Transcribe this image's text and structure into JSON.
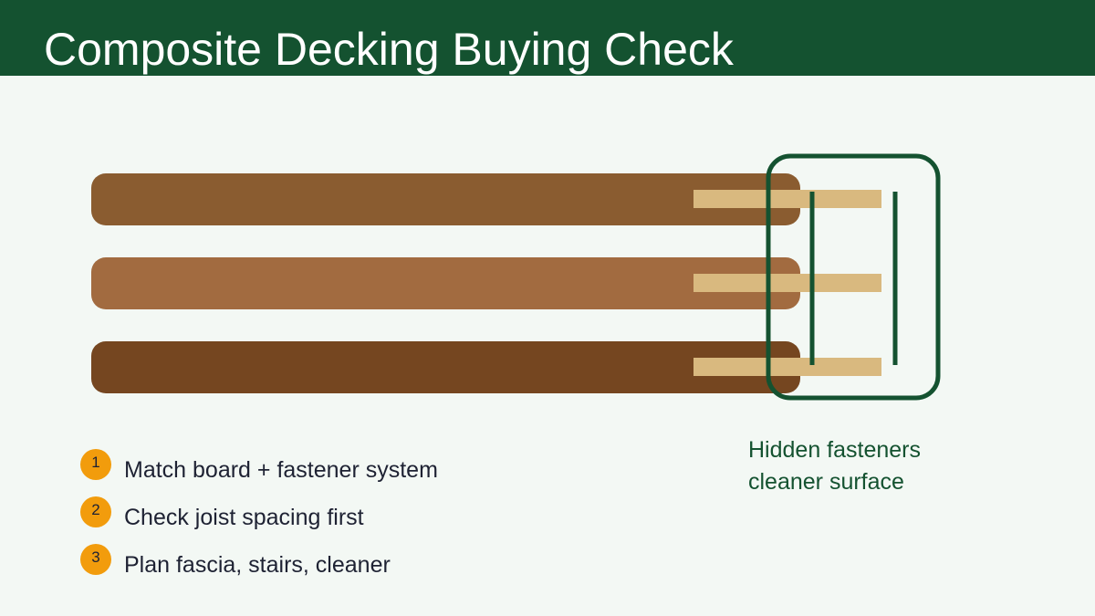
{
  "title": "Composite Decking Buying Check",
  "boards": [
    {
      "name": "top-board",
      "color": "#8a5c30"
    },
    {
      "name": "middle-board",
      "color": "#a26b40"
    },
    {
      "name": "bottom-board",
      "color": "#754620"
    }
  ],
  "colors": {
    "header": "#145230",
    "background": "#f3f8f4",
    "clip": "#d9b97f",
    "fastener": "#145230",
    "badge": "#f29c0c",
    "text": "#1e2233"
  },
  "callout": {
    "line1": "Hidden fasteners",
    "line2": "cleaner surface"
  },
  "checklist": [
    {
      "number": "1",
      "text": "Match board + fastener system"
    },
    {
      "number": "2",
      "text": "Check joist spacing first"
    },
    {
      "number": "3",
      "text": "Plan fascia, stairs, cleaner"
    }
  ]
}
